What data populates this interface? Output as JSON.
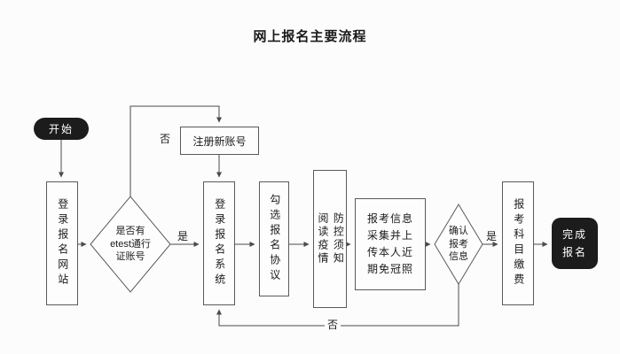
{
  "title": "网上报名主要流程",
  "flowchart": {
    "start": "开始",
    "login_site": "登录报名网站",
    "has_account": "是否有\netest通行\n证账号",
    "register": "注册新账号",
    "login_system": "登录报名系统",
    "agreement": "勾选报名协议",
    "notice": "阅读疫情\n防控须知",
    "info_upload": "报考信息\n采集并上\n传本人近\n期免冠照",
    "confirm": "确认\n报考\n信息",
    "pay": "报考科目缴费",
    "end": "完成\n报名",
    "label_no_top": "否",
    "label_yes_left": "是",
    "label_yes_right": "是",
    "label_no_bottom": "否"
  },
  "colors": {
    "line": "#4a4a4a",
    "box_border": "#5a5a5a",
    "terminal_bg": "#1c1c1c",
    "terminal_text": "#ffffff",
    "text": "#1a1a1a"
  }
}
